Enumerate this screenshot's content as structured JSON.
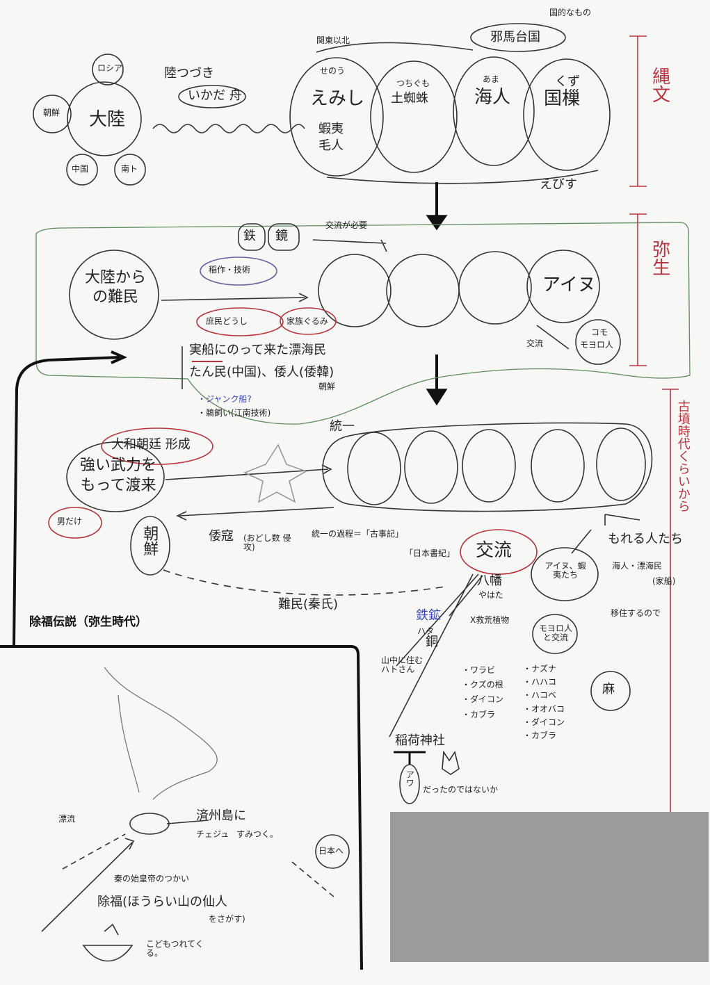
{
  "era_labels": {
    "jomon": "縄文",
    "yayoi": "弥生",
    "kofun": "古墳時代くらいから"
  },
  "continent": {
    "center": "大陸",
    "around": [
      "ロシア",
      "朝鮮",
      "中国",
      "南ト"
    ]
  },
  "land_link": {
    "line1": "陸つづき",
    "line2": "いかだ 舟"
  },
  "jomon_peoples": {
    "note_top": "関東以北",
    "note_right": "国的なもの",
    "yamatai": "邪馬台国",
    "emishi": {
      "ruby": "せのう",
      "name": "えみし",
      "sub1": "蝦夷",
      "sub2": "毛人"
    },
    "tsuchigumo": {
      "ruby": "つちぐも",
      "name": "土蜘蛛"
    },
    "ama": {
      "ruby": "あま",
      "name": "海人"
    },
    "kuzu": {
      "ruby": "くず",
      "name": "国樔"
    },
    "ebisu": "えびす"
  },
  "yayoi": {
    "iron": "鉄",
    "mirror": "鏡",
    "rice": "稲作・技術",
    "exchange_needed": "交流が必要",
    "refugees": "大陸からの難民",
    "commoners": "庶民どうし",
    "families": "家族ぐるみ",
    "ships": "実船にのって来た漂海民",
    "tanmin": "たん民(中国)、倭人(倭韓)",
    "korea": "朝鮮",
    "junk": "・ジャンク船?",
    "cormorant": "・鵜飼い(江南技術)",
    "ainu": "アイヌ",
    "exchange": "交流",
    "moyoro_top": "コモ",
    "moyoro": "モヨロ人"
  },
  "kofun": {
    "unify": "統一",
    "yamato": "大和朝廷 形成",
    "force": "強い武力をもって渡来",
    "men_only": "男だけ",
    "korea": "朝鮮",
    "wako": "倭寇",
    "wako_note": "(おどし数 侵攻)",
    "process": "統一の過程＝「古事記」",
    "nihonshoki": "「日本書紀」",
    "exchange": "交流",
    "refugees_hata": "難民(秦氏)",
    "hachiman": "八幡",
    "hachiman_ruby": "やはた",
    "gikyo": "鉄鉱",
    "hata_ruby": "ハタ",
    "dou": "銅",
    "kotogari": "X救荒植物",
    "yamanaka": "山中に住むハトさん",
    "wild_foods_left": [
      "・ワラビ",
      "・クズの根",
      "・ダイコン",
      "・カブラ"
    ],
    "wild_foods_right": [
      "・ナズナ",
      "・ハハコ",
      "・ハコベ",
      "・オオバコ",
      "・ダイコン",
      "・カブラ"
    ],
    "inari": "稲荷神社",
    "awa": "アワ",
    "awa_note": "だったのではないか",
    "ainu_emishi": "アイヌ、蝦夷たち",
    "moyoro_exchange": "モヨロ人と交流",
    "outcasts": "もれる人たち",
    "seafarers": "海人・漂海民",
    "seafarers_note": "(家船)",
    "migrating": "移住するので",
    "hemp": "麻"
  },
  "jofuku": {
    "caption": "除福伝説（弥生時代）",
    "drift": "漂流",
    "jeju": "済州島に",
    "jeju_ruby": "チェジュ",
    "settle": "すみつく。",
    "to_japan": "日本へ",
    "messenger": "秦の始皇帝のつかい",
    "name": "除福(ほうらい山の仙人",
    "name2": "をさがす)",
    "children": "こどもつれてくる。"
  }
}
